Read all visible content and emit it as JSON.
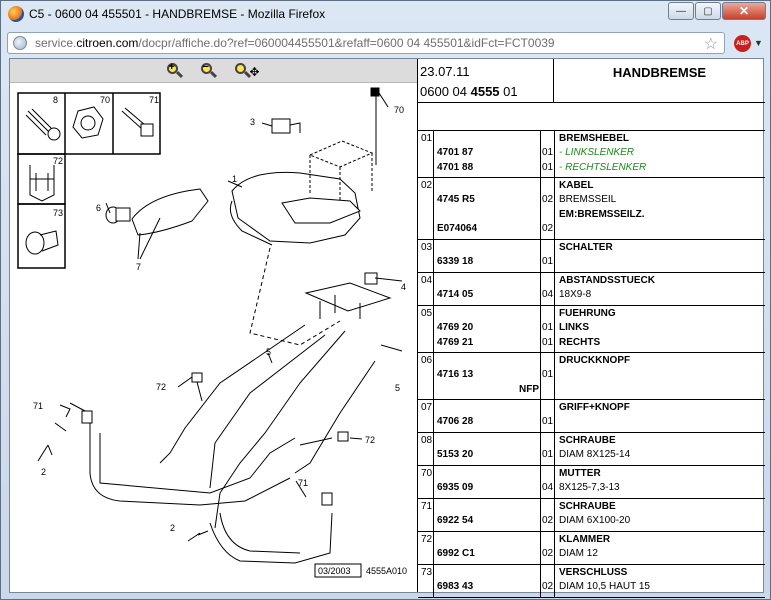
{
  "window": {
    "title": "C5 - 0600 04 455501 - HANDBREMSE - Mozilla Firefox",
    "min": "—",
    "max": "▢",
    "close": "✕"
  },
  "url": {
    "prefix": "service.",
    "domain": "citroen.com",
    "rest": "/docpr/affiche.do?ref=060004455501&refaff=0600 04 455501&idFct=FCT0039"
  },
  "abp": "ABP",
  "drawing": {
    "callouts": [
      "8",
      "70",
      "71",
      "72",
      "73",
      "1",
      "3",
      "70",
      "6",
      "7",
      "4",
      "5",
      "72",
      "5",
      "71",
      "2",
      "72",
      "71",
      "2"
    ],
    "date_box": "03/2003",
    "ref": "4555A010"
  },
  "header": {
    "date": "23.07.11",
    "ref_a": "0600 04 ",
    "ref_b": "4555",
    "ref_c": " 01",
    "title": "HANDBREMSE"
  },
  "parts": [
    {
      "num": "01",
      "rows": [
        {
          "pn": "",
          "qty": "",
          "desc": "BREMSHEBEL",
          "style": "b"
        },
        {
          "pn": "4701 87",
          "qty": "01",
          "desc": "- LINKSLENKER",
          "style": "g"
        },
        {
          "pn": "4701 88",
          "qty": "01",
          "desc": "- RECHTSLENKER",
          "style": "g"
        }
      ]
    },
    {
      "num": "02",
      "rows": [
        {
          "pn": "",
          "qty": "",
          "desc": "KABEL",
          "style": "b"
        },
        {
          "pn": "4745 R5",
          "qty": "02",
          "desc": "BREMSSEIL",
          "style": ""
        },
        {
          "pn": "",
          "qty": "",
          "desc": "EM:BREMSSEILZ.",
          "style": "b"
        },
        {
          "pn": "E074064",
          "qty": "02",
          "desc": "",
          "style": ""
        }
      ]
    },
    {
      "num": "03",
      "rows": [
        {
          "pn": "",
          "qty": "",
          "desc": "SCHALTER",
          "style": "b"
        },
        {
          "pn": "6339 18",
          "qty": "01",
          "desc": "",
          "style": ""
        }
      ]
    },
    {
      "num": "04",
      "rows": [
        {
          "pn": "",
          "qty": "",
          "desc": "ABSTANDSSTUECK",
          "style": "b"
        },
        {
          "pn": "4714 05",
          "qty": "04",
          "desc": "18X9-8",
          "style": ""
        }
      ]
    },
    {
      "num": "05",
      "rows": [
        {
          "pn": "",
          "qty": "",
          "desc": "FUEHRUNG",
          "style": "b"
        },
        {
          "pn": "4769 20",
          "qty": "01",
          "desc": "LINKS",
          "style": "b"
        },
        {
          "pn": "4769 21",
          "qty": "01",
          "desc": "RECHTS",
          "style": "b"
        }
      ]
    },
    {
      "num": "06",
      "rows": [
        {
          "pn": "",
          "qty": "",
          "desc": "DRUCKKNOPF",
          "style": "b"
        },
        {
          "pn": "4716 13",
          "qty": "01",
          "desc": "",
          "style": ""
        },
        {
          "pn": "",
          "qty": "",
          "desc": "",
          "style": "",
          "nfp": "NFP"
        }
      ]
    },
    {
      "num": "07",
      "rows": [
        {
          "pn": "",
          "qty": "",
          "desc": "GRIFF+KNOPF",
          "style": "b"
        },
        {
          "pn": "4706 28",
          "qty": "01",
          "desc": "",
          "style": ""
        }
      ]
    },
    {
      "num": "08",
      "rows": [
        {
          "pn": "",
          "qty": "",
          "desc": "SCHRAUBE",
          "style": "b"
        },
        {
          "pn": "5153 20",
          "qty": "01",
          "desc": "DIAM 8X125-14",
          "style": ""
        }
      ]
    },
    {
      "num": "70",
      "rows": [
        {
          "pn": "",
          "qty": "",
          "desc": "MUTTER",
          "style": "b"
        },
        {
          "pn": "6935 09",
          "qty": "04",
          "desc": "8X125-7,3-13",
          "style": ""
        }
      ]
    },
    {
      "num": "71",
      "rows": [
        {
          "pn": "",
          "qty": "",
          "desc": "SCHRAUBE",
          "style": "b"
        },
        {
          "pn": "6922 54",
          "qty": "02",
          "desc": "DIAM 6X100-20",
          "style": ""
        }
      ]
    },
    {
      "num": "72",
      "rows": [
        {
          "pn": "",
          "qty": "",
          "desc": "KLAMMER",
          "style": "b"
        },
        {
          "pn": "6992 C1",
          "qty": "02",
          "desc": "DIAM 12",
          "style": ""
        }
      ]
    },
    {
      "num": "73",
      "rows": [
        {
          "pn": "",
          "qty": "",
          "desc": "VERSCHLUSS",
          "style": "b"
        },
        {
          "pn": "6983 43",
          "qty": "02",
          "desc": "DIAM 10,5 HAUT 15",
          "style": ""
        }
      ]
    }
  ]
}
